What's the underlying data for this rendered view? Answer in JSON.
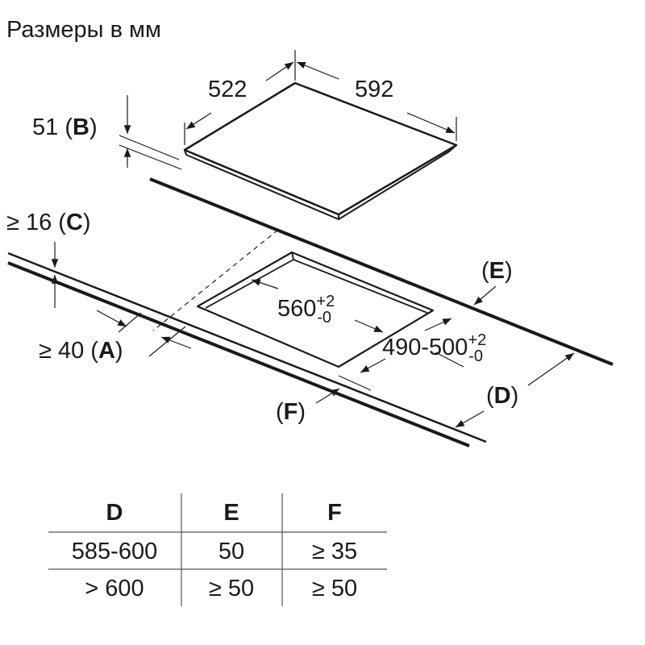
{
  "title": "Размеры в мм",
  "labels": {
    "depth": "522",
    "width": "592",
    "height_value": "51",
    "height_letter": "B",
    "c_value": "≥ 16",
    "c_letter": "C",
    "a_value": "≥ 40",
    "a_letter": "A",
    "cutout_width": "560",
    "cutout_width_tol_plus": "+2",
    "cutout_width_tol_minus": "-0",
    "cutout_depth": "490-500",
    "cutout_depth_tol_plus": "+2",
    "cutout_depth_tol_minus": "-0",
    "e_letter": "E",
    "d_letter": "D",
    "f_letter": "F"
  },
  "table": {
    "headers": [
      "D",
      "E",
      "F"
    ],
    "rows": [
      [
        "585-600",
        "50",
        "≥ 35"
      ],
      [
        "> 600",
        "≥ 50",
        "≥ 50"
      ]
    ]
  }
}
